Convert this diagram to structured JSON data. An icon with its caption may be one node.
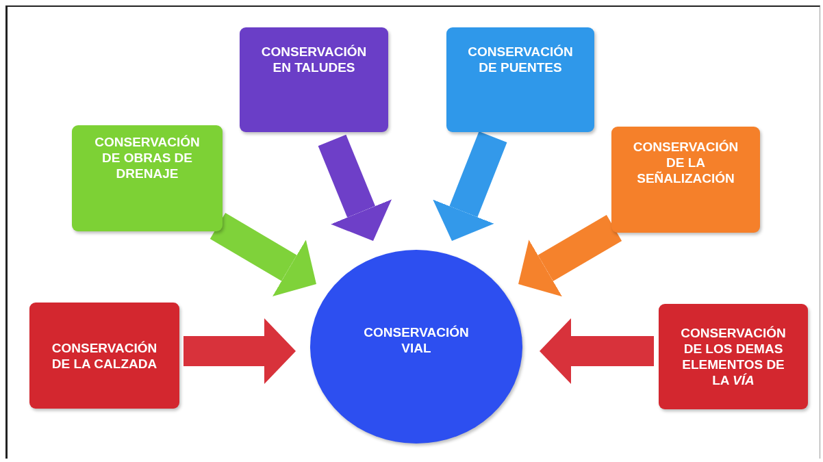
{
  "diagram": {
    "nodes": [
      {
        "text": [
          "CONSERVACIÓN VIAL"
        ]
      },
      {
        "text": [
          "CONSERVACIÓN DE LA CALZADA"
        ]
      },
      {
        "text": [
          "CONSERVACIÓN DE OBRAS DE DRENAJE"
        ]
      },
      {
        "text": [
          "CONSERVACIÓN EN TALUDES"
        ]
      },
      {
        "text": [
          "CONSERVACIÓN DE PUENTES"
        ]
      },
      {
        "text": [
          "CONSERVACIÓN DE LA SEÑALIZACIÓN"
        ]
      },
      {
        "text": [
          "CONSERVACIÓN DE LOS DEMAS ELEMENTOS DE LA *VÍA*"
        ]
      }
    ],
    "edges": [
      {
        "from": 1,
        "to": 0,
        "arrow": "to",
        "color": "#d8323b"
      },
      {
        "from": 2,
        "to": 0,
        "arrow": "to",
        "color": "#7fd23a"
      },
      {
        "from": 3,
        "to": 0,
        "arrow": "to",
        "color": "#6e3fc8"
      },
      {
        "from": 4,
        "to": 0,
        "arrow": "to",
        "color": "#3399ea"
      },
      {
        "from": 5,
        "to": 0,
        "arrow": "to",
        "color": "#f5822c"
      },
      {
        "from": 6,
        "to": 0,
        "arrow": "to",
        "color": "#d8323b"
      }
    ]
  }
}
